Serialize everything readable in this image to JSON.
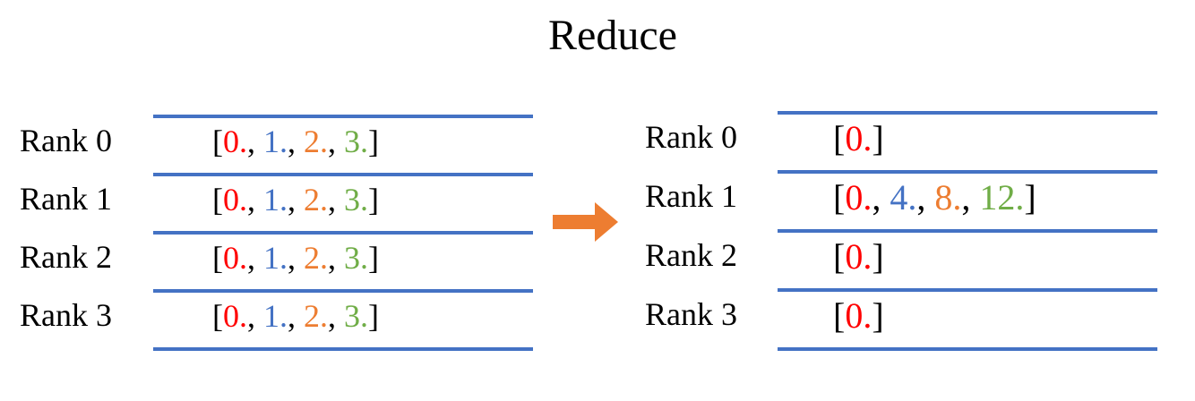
{
  "title": "Reduce",
  "colors": {
    "line": "#4472C4",
    "arrow": "#ED7D31",
    "black": "#000000",
    "red": "#FF0000",
    "blue": "#4472C4",
    "orange": "#ED7D31",
    "green": "#70AD47"
  },
  "punctuation": {
    "open_bracket": "[",
    "close_bracket": "]",
    "separator": ", "
  },
  "arrow": {
    "icon": "right-arrow",
    "direction": "right"
  },
  "left_table": {
    "rows": [
      {
        "label": "Rank 0",
        "values": [
          {
            "text": "0.",
            "color": "red"
          },
          {
            "text": "1.",
            "color": "blue"
          },
          {
            "text": "2.",
            "color": "orange"
          },
          {
            "text": "3.",
            "color": "green"
          }
        ]
      },
      {
        "label": "Rank 1",
        "values": [
          {
            "text": "0.",
            "color": "red"
          },
          {
            "text": "1.",
            "color": "blue"
          },
          {
            "text": "2.",
            "color": "orange"
          },
          {
            "text": "3.",
            "color": "green"
          }
        ]
      },
      {
        "label": "Rank 2",
        "values": [
          {
            "text": "0.",
            "color": "red"
          },
          {
            "text": "1.",
            "color": "blue"
          },
          {
            "text": "2.",
            "color": "orange"
          },
          {
            "text": "3.",
            "color": "green"
          }
        ]
      },
      {
        "label": "Rank 3",
        "values": [
          {
            "text": "0.",
            "color": "red"
          },
          {
            "text": "1.",
            "color": "blue"
          },
          {
            "text": "2.",
            "color": "orange"
          },
          {
            "text": "3.",
            "color": "green"
          }
        ]
      }
    ]
  },
  "right_table": {
    "rows": [
      {
        "label": "Rank 0",
        "values": [
          {
            "text": "0.",
            "color": "red"
          }
        ]
      },
      {
        "label": "Rank 1",
        "values": [
          {
            "text": "0.",
            "color": "red"
          },
          {
            "text": "4.",
            "color": "blue"
          },
          {
            "text": "8.",
            "color": "orange"
          },
          {
            "text": "12.",
            "color": "green"
          }
        ]
      },
      {
        "label": "Rank 2",
        "values": [
          {
            "text": "0.",
            "color": "red"
          }
        ]
      },
      {
        "label": "Rank 3",
        "values": [
          {
            "text": "0.",
            "color": "red"
          }
        ]
      }
    ]
  }
}
